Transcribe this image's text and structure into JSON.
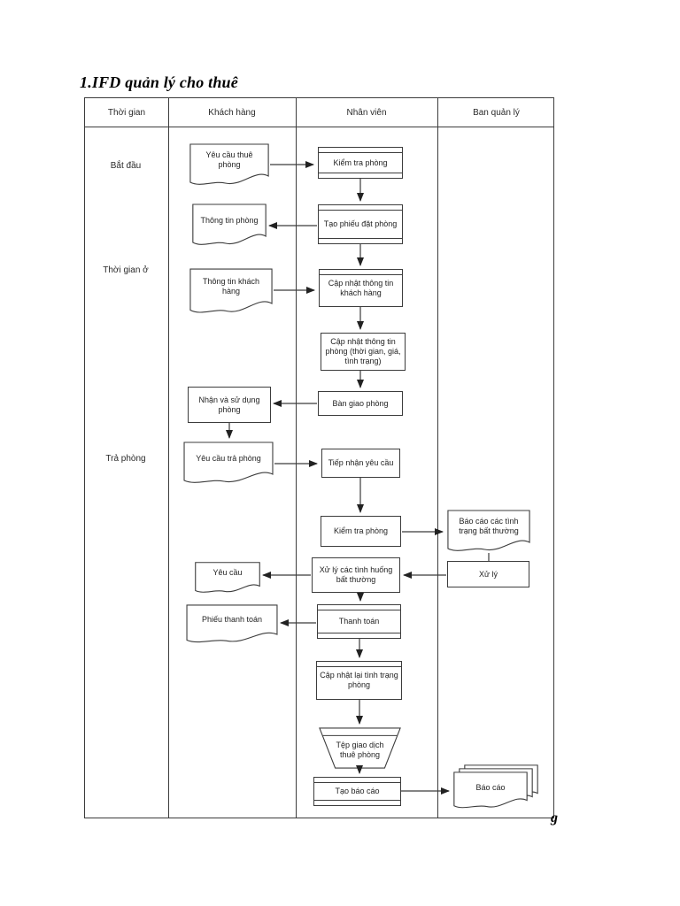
{
  "page": {
    "title": "1.IFD quản lý cho thuê",
    "stray_char": "g"
  },
  "diagram": {
    "lanes": [
      "Thời gian",
      "Khách hàng",
      "Nhân viên",
      "Ban quản lý"
    ],
    "time_phases": [
      "Bắt đầu",
      "Thời gian ở",
      "Trả phòng"
    ],
    "nodes": {
      "yeu_cau_thue_phong": "Yêu cầu thuê phòng",
      "kiem_tra_phong_1": "Kiểm tra phòng",
      "thong_tin_phong": "Thông tin phòng",
      "tao_phieu_dat_phong": "Tạo phiếu đặt phòng",
      "thong_tin_khach_hang": "Thông tin khách hàng",
      "cap_nhat_thong_tin_khach_hang": "Cập nhật thông tin khách hàng",
      "cap_nhat_thong_tin_phong": "Cập nhật thông tin phòng (thời gian, giá, tình trạng)",
      "ban_giao_phong": "Bàn giao phòng",
      "nhan_va_su_dung_phong": "Nhận và sử dụng phòng",
      "yeu_cau_tra_phong": "Yêu cầu trả phòng",
      "tiep_nhan_yeu_cau": "Tiếp nhận yêu cầu",
      "kiem_tra_phong_2": "Kiểm tra phòng",
      "bao_cao_cac_tinh_trang_bat_thuong": "Báo cáo các tình trạng bất thường",
      "xu_ly": "Xử lý",
      "xu_ly_cac_tinh_huong_bat_thuong": "Xử lý các tình huống bất thường",
      "yeu_cau": "Yêu cầu",
      "phieu_thanh_toan": "Phiếu thanh toán",
      "thanh_toan": "Thanh toán",
      "cap_nhat_lai_tinh_trang_phong": "Cập nhật lại tình trạng phòng",
      "tep_giao_dich_thue_phong": "Tệp giao dịch thuê phòng",
      "tao_bao_cao": "Tạo báo cáo",
      "bao_cao": "Báo cáo"
    }
  }
}
